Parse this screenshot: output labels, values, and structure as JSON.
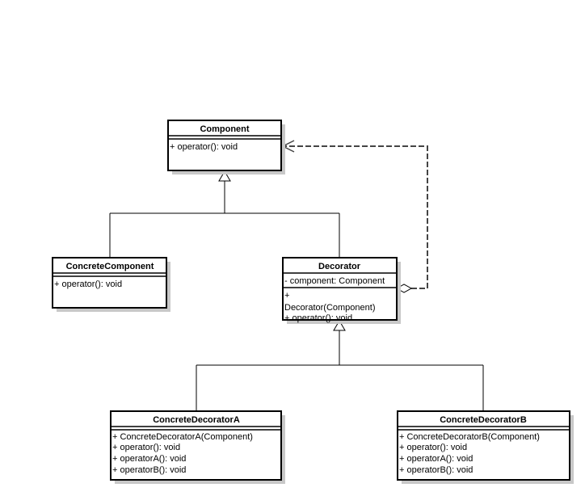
{
  "classes": {
    "component": {
      "name": "Component",
      "operations": [
        "+ operator(): void"
      ]
    },
    "concrete_component": {
      "name": "ConcreteComponent",
      "operations": [
        "+ operator(): void"
      ]
    },
    "decorator": {
      "name": "Decorator",
      "attributes": [
        "- component: Component"
      ],
      "operations": [
        "+",
        "Decorator(Component)",
        "+ operator(): void"
      ]
    },
    "concrete_decorator_a": {
      "name": "ConcreteDecoratorA",
      "operations": [
        "+ ConcreteDecoratorA(Component)",
        "+ operator(): void",
        "+ operatorA(): void",
        "+ operatorB(): void"
      ]
    },
    "concrete_decorator_b": {
      "name": "ConcreteDecoratorB",
      "operations": [
        "+ ConcreteDecoratorB(Component)",
        "+ operator(): void",
        "+ operatorA(): void",
        "+ operatorB(): void"
      ]
    }
  },
  "relations": [
    {
      "type": "generalization",
      "from": "ConcreteComponent",
      "to": "Component"
    },
    {
      "type": "generalization",
      "from": "Decorator",
      "to": "Component"
    },
    {
      "type": "generalization",
      "from": "ConcreteDecoratorA",
      "to": "Decorator"
    },
    {
      "type": "generalization",
      "from": "ConcreteDecoratorB",
      "to": "Decorator"
    },
    {
      "type": "aggregation",
      "from": "Decorator",
      "to": "Component"
    }
  ]
}
